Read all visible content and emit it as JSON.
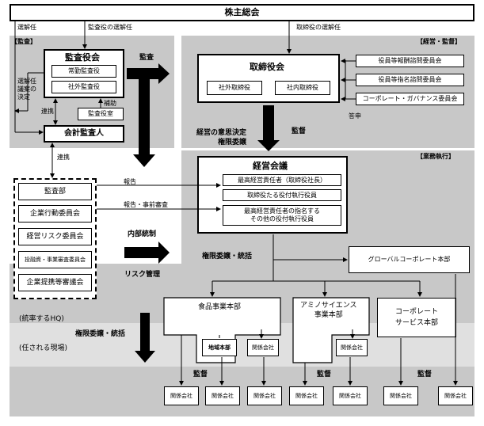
{
  "top": {
    "title": "株主総会"
  },
  "sections": {
    "audit": "【監査】",
    "management": "【経営・監督】",
    "execution": "【業務執行】"
  },
  "audit_board": {
    "title": "監査役会",
    "members": [
      "常勤監査役",
      "社外監査役"
    ],
    "office": "監査役室"
  },
  "accounting_auditor": "会計監査人",
  "board": {
    "title": "取締役会",
    "members": [
      "社外取締役",
      "社内取締役"
    ]
  },
  "committees": [
    "役員等報酬諮問委員会",
    "役員等指名諮問委員会",
    "コーポレート・ガバナンス委員会"
  ],
  "exec_meeting": {
    "title": "経営会議",
    "members": [
      "最高経営責任者（取締役社長）",
      "取締役たる役付執行役員",
      "最高経営責任者の指名する\nその他の役付執行役員"
    ]
  },
  "internal_units": [
    "監査部",
    "企業行動委員会",
    "経営リスク委員会",
    "投融資・事業審査委員会",
    "企業提携等審議会"
  ],
  "global_hq": "グローバルコーポレート本部",
  "divisions": {
    "food": "食品事業本部",
    "amino": "アミノサイエンス\n事業本部",
    "corporate": "コーポレート\nサービス本部",
    "regional": "地域本部",
    "related": "関係会社"
  },
  "labels": {
    "elect_left": "選解任",
    "elect_auditors": "監査役の選解任",
    "elect_directors": "取締役の選解任",
    "audit": "監査",
    "elect_proposal": "選解任\n議案の\n決定",
    "cooperation1": "連携",
    "support": "補助",
    "cooperation2": "連携",
    "delegation_decision": "経営の意思決定\n権限委譲",
    "supervision": "監督",
    "report_consult": "答申",
    "report": "報告",
    "report_prior": "報告・事前審査",
    "internal_control": "内部統制",
    "risk_mgmt": "リスク管理",
    "delegate_integrate1": "権限委譲・統括",
    "hq": "(統率するHQ)",
    "delegate_integrate2": "権限委譲・統括",
    "field": "(任される現場)",
    "supervise1": "監督",
    "supervise2": "監督",
    "supervise3": "監督"
  },
  "colors": {
    "section_gray": "#c8c8c8",
    "light_band": "#e0e0e0"
  }
}
